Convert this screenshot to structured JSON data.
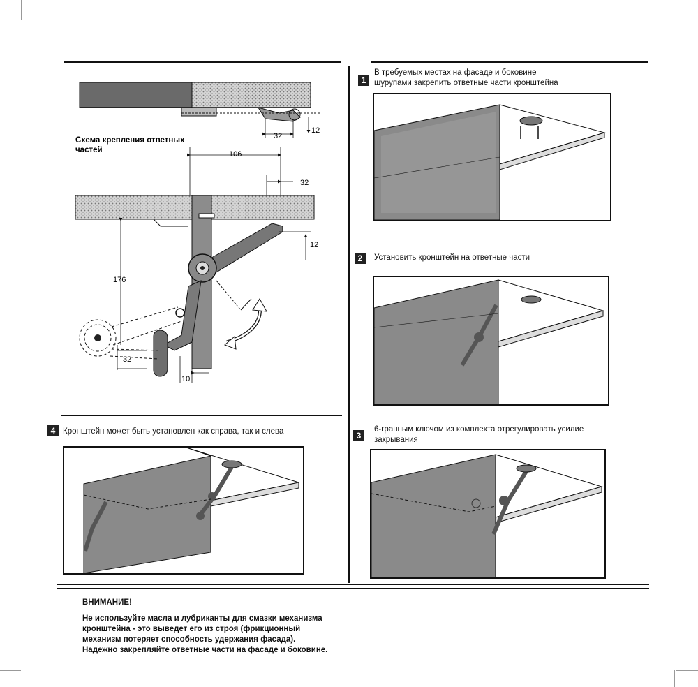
{
  "scheme": {
    "title_line1": "Схема крепления ответных",
    "title_line2": "частей",
    "dim_top_32": "32",
    "dim_top_12": "12",
    "dim_106": "106",
    "dim_32": "32",
    "dim_12": "12",
    "dim_176": "176",
    "dim_bottom_32": "32",
    "dim_10": "10"
  },
  "steps": [
    {
      "number": "1",
      "line1": "В требуемых местах на фасаде и боковине",
      "line2": "шурупами закрепить ответные части кронштейна"
    },
    {
      "number": "2",
      "line1": "Установить кронштейн на ответные части",
      "line2": ""
    },
    {
      "number": "3",
      "line1": "6-гранным ключом из комплекта отрегулировать усилие",
      "line2": "закрывания"
    },
    {
      "number": "4",
      "line1": "Кронштейн может быть установлен как справа, так и слева",
      "line2": ""
    }
  ],
  "warning": {
    "title": "ВНИМАНИЕ!",
    "line1": "Не используйте масла и лубриканты для смазки механизма",
    "line2": "кронштейна - это выведет его из строя (фрикционный",
    "line3": "механизм потеряет способность удержания фасада).",
    "line4": "Надежно закрепляйте ответные части на фасаде и боковине."
  },
  "colors": {
    "ink": "#111111",
    "panel": "#8a8a8a",
    "panel_dark": "#6e6e6e",
    "hatch": "#cfcfcf"
  }
}
